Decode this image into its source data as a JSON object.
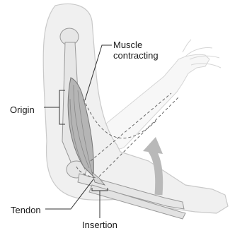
{
  "labels": {
    "muscle_line1": "Muscle",
    "muscle_line2": "contracting",
    "origin": "Origin",
    "tendon": "Tendon",
    "insertion": "Insertion"
  },
  "colors": {
    "skin_fill": "#f0f0f0",
    "skin_outline": "#c9c9c9",
    "bone": "#e6e6e6",
    "muscle": "#b5b5b5",
    "arrow": "#b9b9b9",
    "leader": "#333333"
  }
}
